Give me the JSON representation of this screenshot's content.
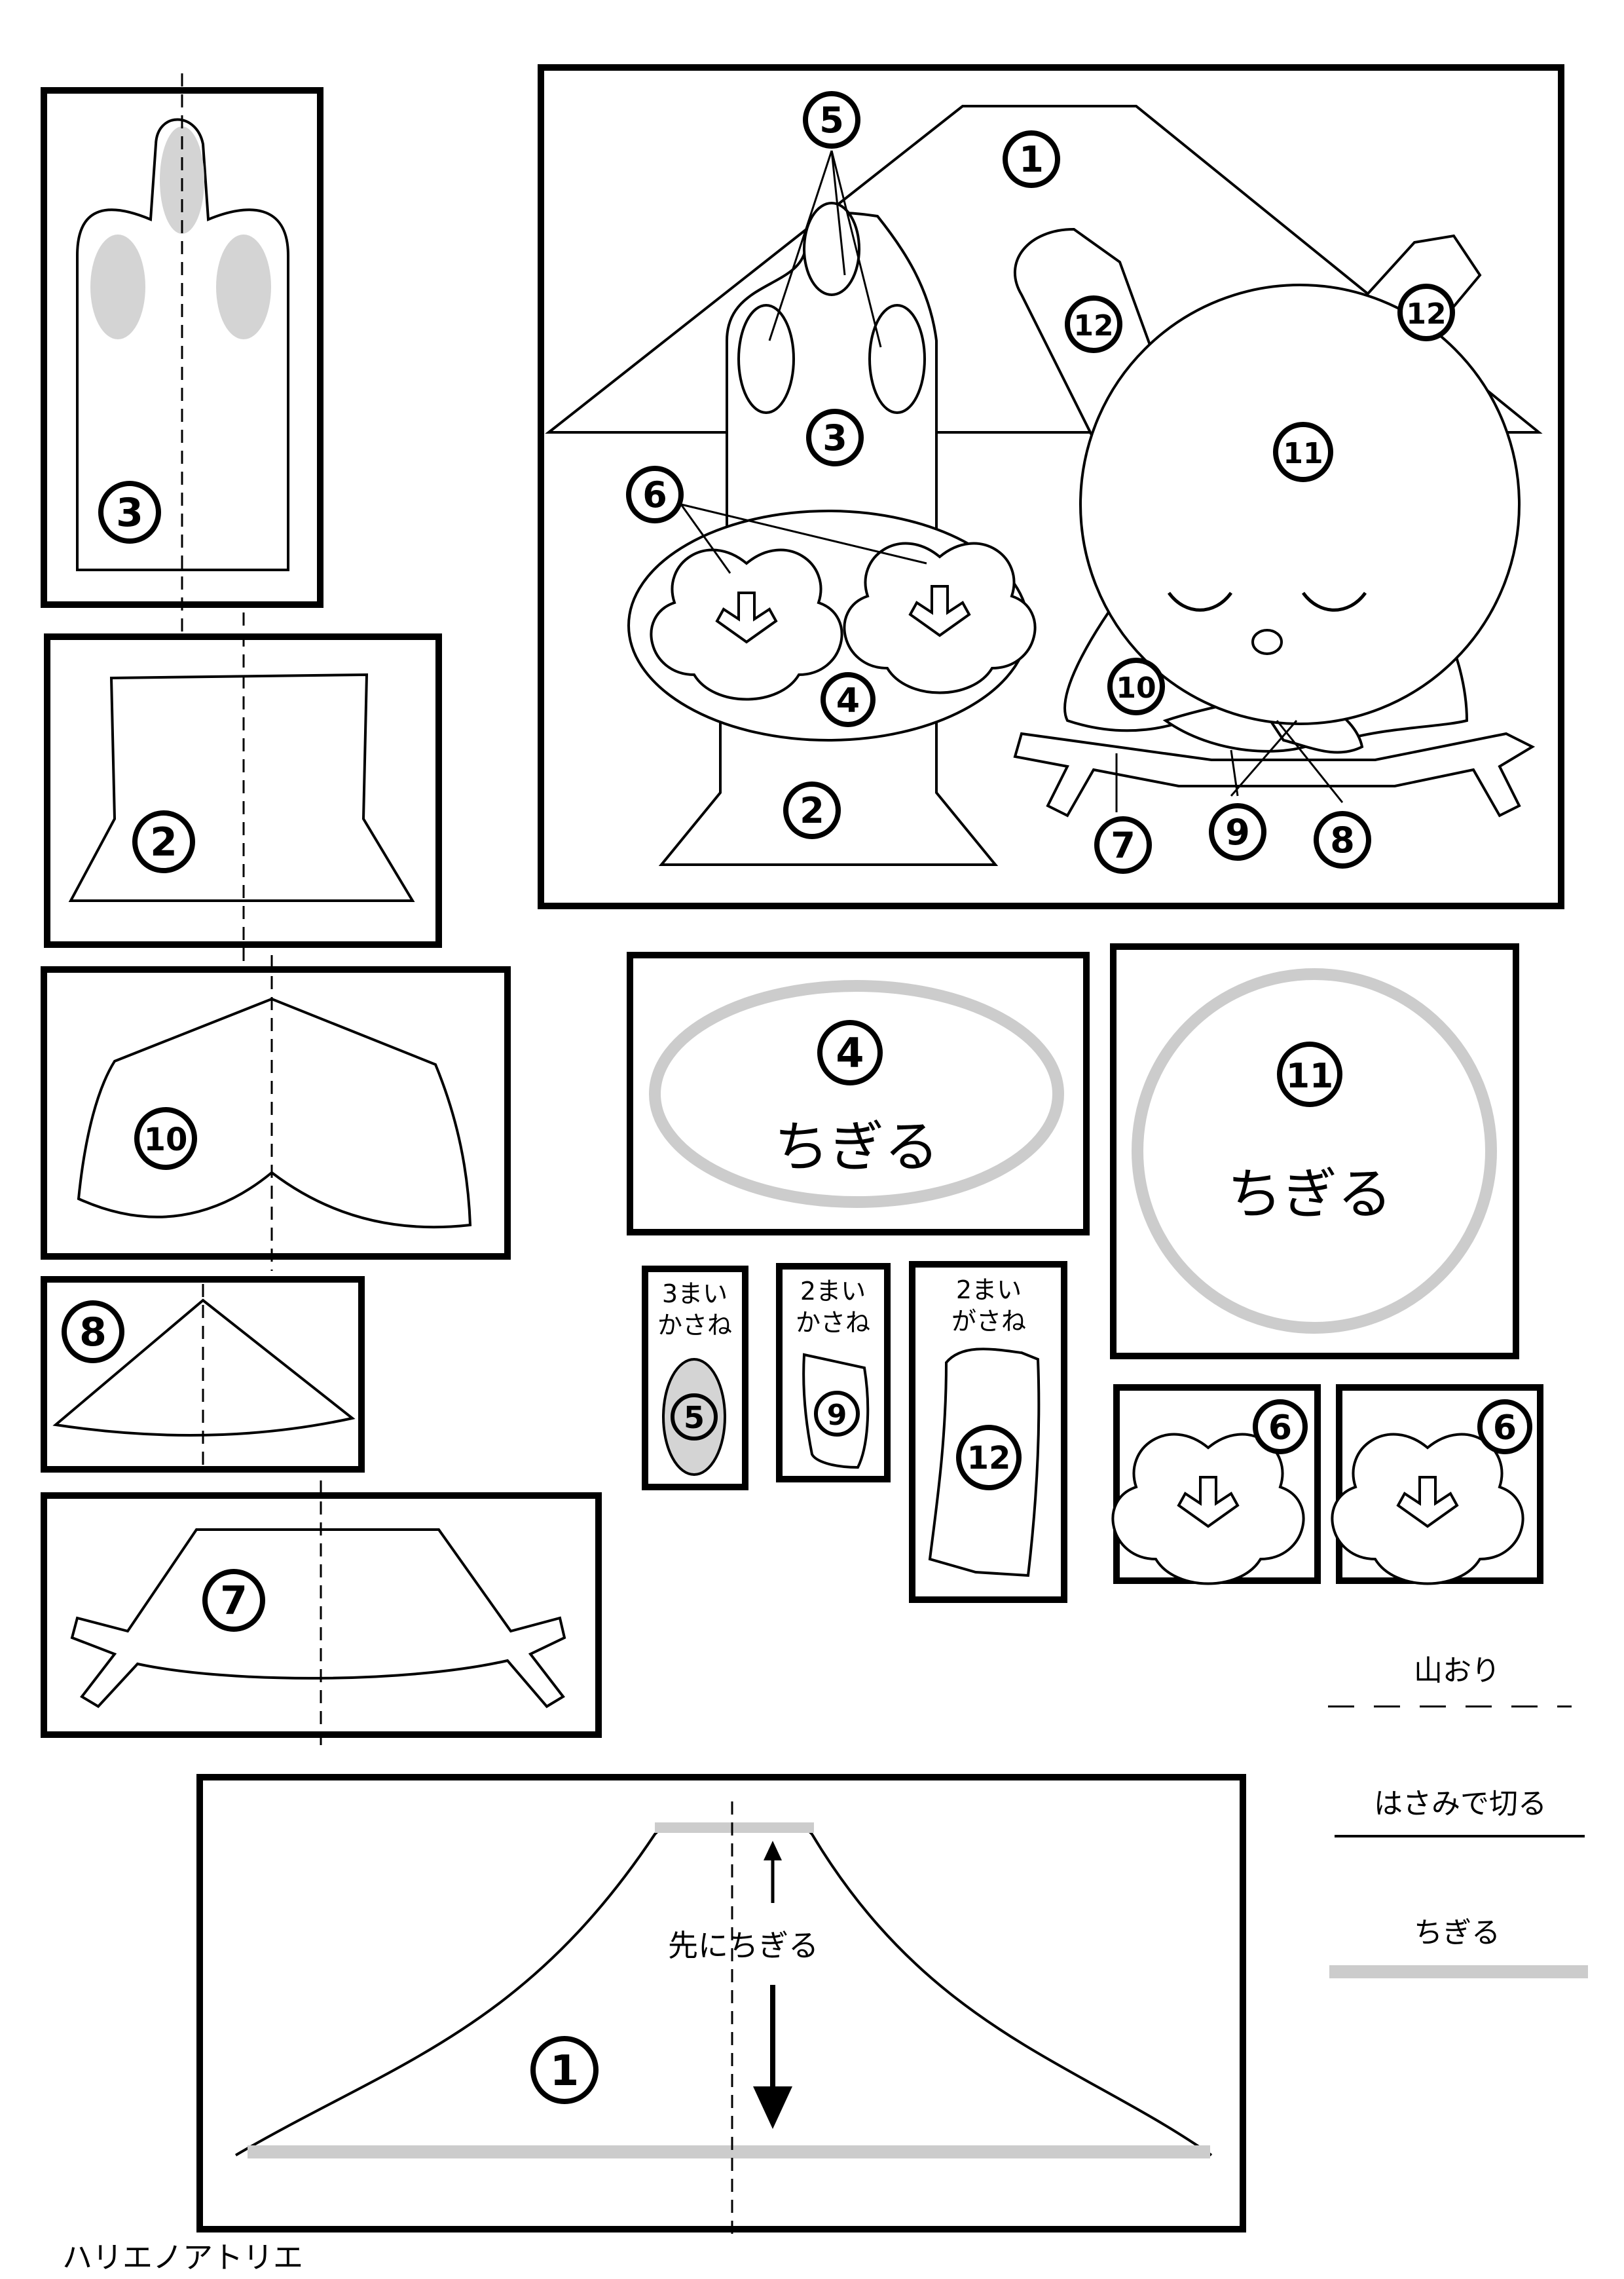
{
  "circled": {
    "n1": "1",
    "n2": "2",
    "n3": "3",
    "n4": "4",
    "n5": "5",
    "n6": "6",
    "n7": "7",
    "n8": "8",
    "n9": "9",
    "n10": "10",
    "n11": "11",
    "n12": "12"
  },
  "labels": {
    "chigiru": "ちぎる",
    "three_sheets_line1": "3まい",
    "three_sheets_line2": "かさね",
    "two_sheets_line1": "2まい",
    "two_sheets_line2": "かさね",
    "two_sheets_alt_line1": "2まい",
    "two_sheets_alt_line2": "がさね",
    "tear_first": "先にちぎる"
  },
  "legend": {
    "mountain_fold": "山おり",
    "cut_with_scissors": "はさみで切る",
    "tear": "ちぎる"
  },
  "footer": {
    "credit": "ハリエノアトリエ"
  },
  "colors": {
    "ink": "#000000",
    "paper": "#ffffff",
    "tear_gray": "#cccccc",
    "fill_gray": "#d4d4d4"
  }
}
